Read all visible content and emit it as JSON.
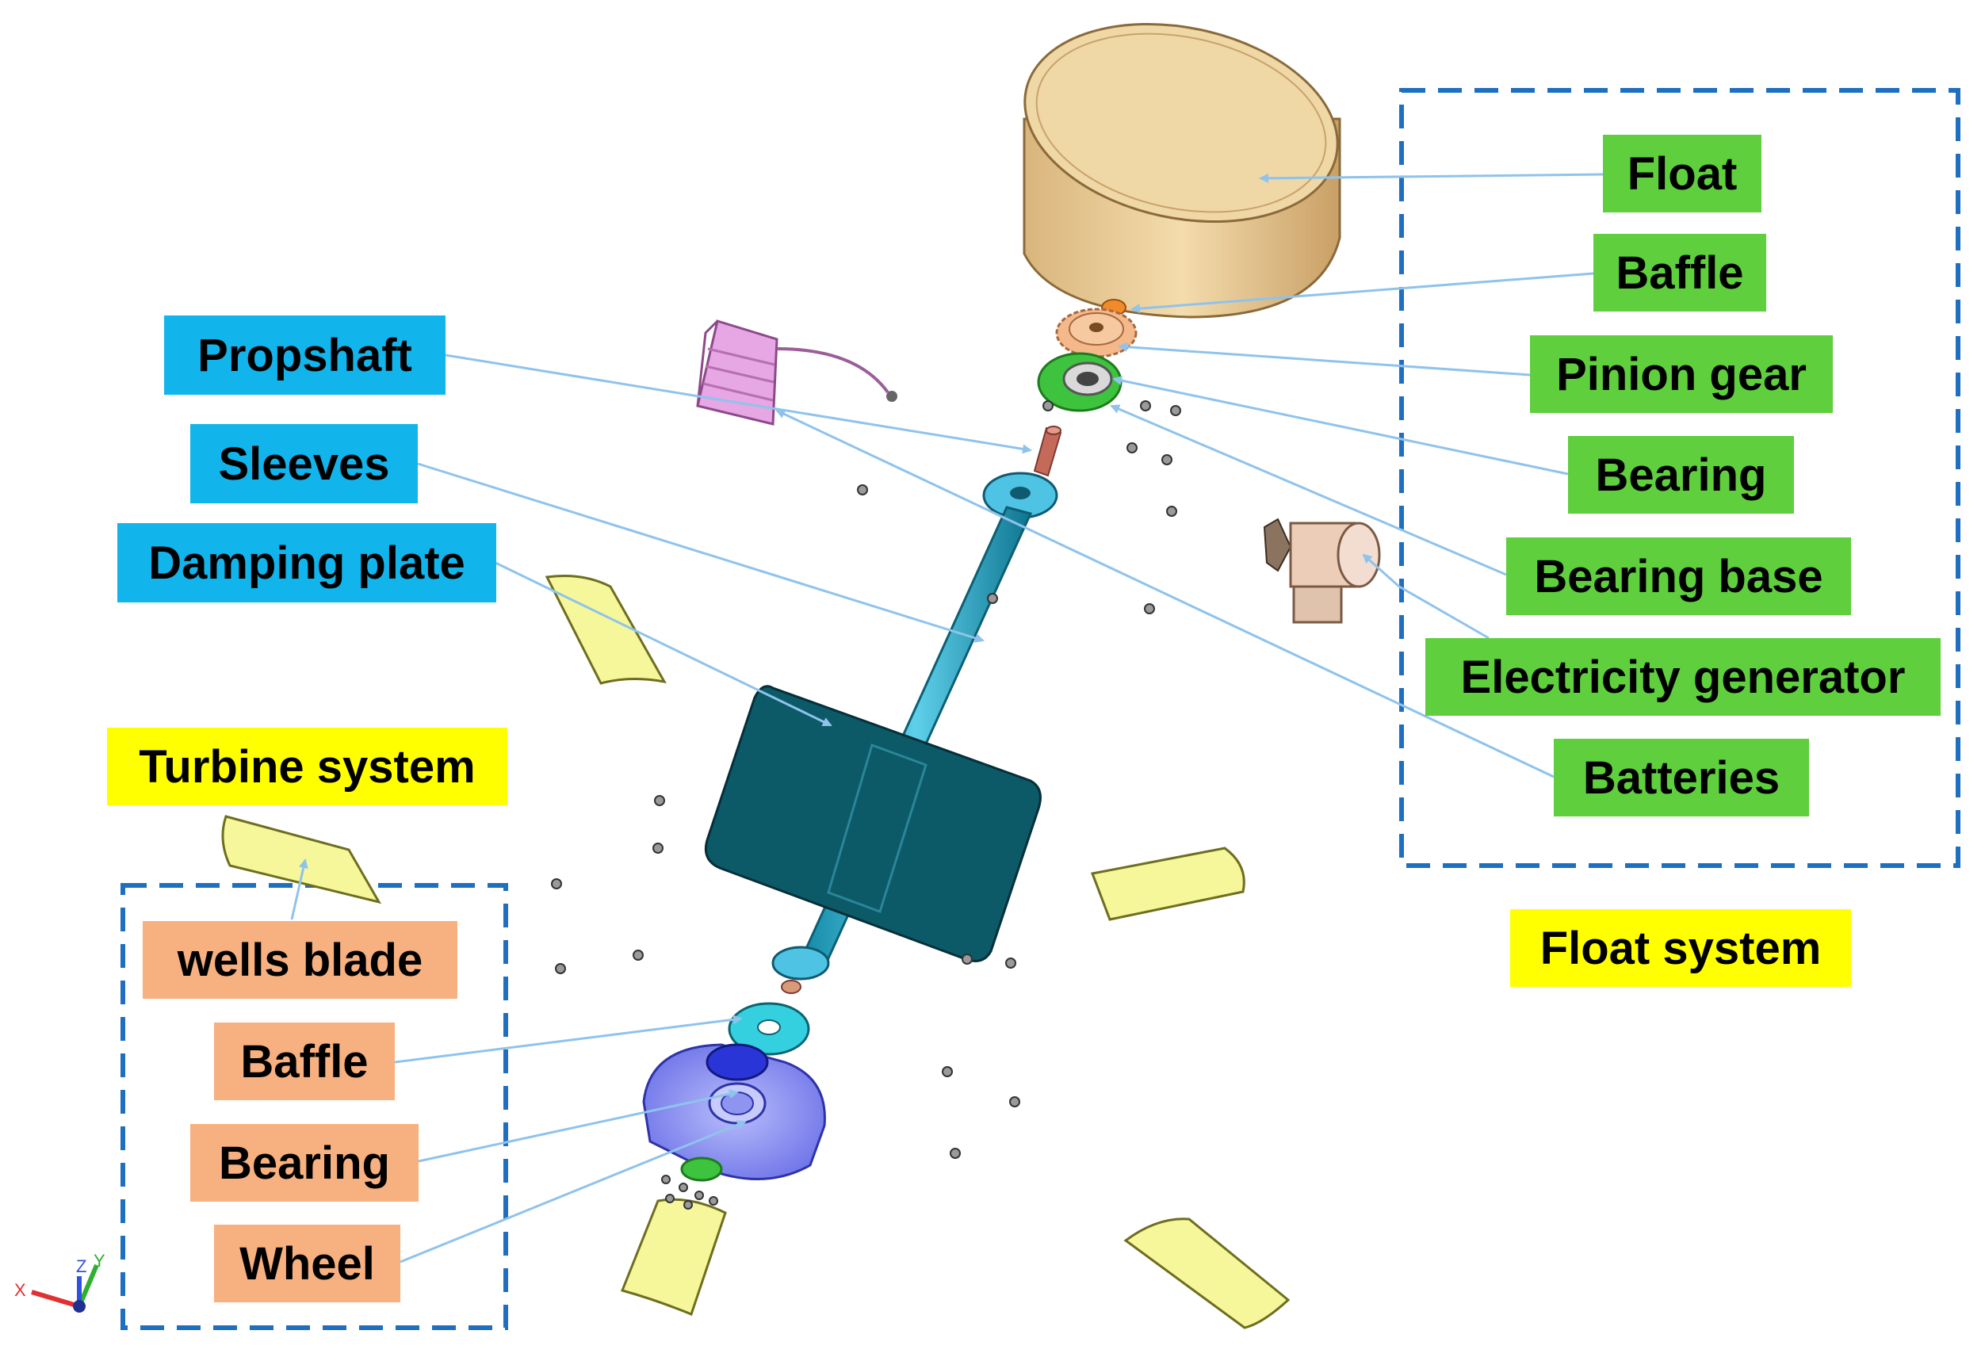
{
  "colors": {
    "float_label_bg": "#5fcf3d",
    "shaft_label_bg": "#12b4ec",
    "turbine_label_bg": "#f7b07f",
    "system_label_bg": "#ffff00",
    "group_border": "#1f6fc0",
    "leader_line": "#8fc3ec"
  },
  "float_system": {
    "title": "Float system",
    "labels": {
      "float": "Float",
      "baffle": "Baffle",
      "pinion_gear": "Pinion gear",
      "bearing": "Bearing",
      "bearing_base": "Bearing base",
      "electricity_generator": "Electricity generator",
      "batteries": "Batteries"
    }
  },
  "shaft_parts": {
    "propshaft": "Propshaft",
    "sleeves": "Sleeves",
    "damping_plate": "Damping plate"
  },
  "turbine_system": {
    "title": "Turbine system",
    "labels": {
      "wells_blade": "wells blade",
      "baffle": "Baffle",
      "bearing": "Bearing",
      "wheel": "Wheel"
    }
  },
  "axis_triad": {
    "x": "X",
    "y": "Y",
    "z": "Z"
  }
}
